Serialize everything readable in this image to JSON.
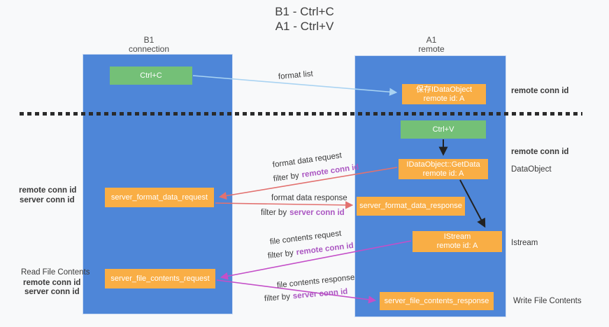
{
  "title": {
    "line1": "B1 - Ctrl+C",
    "line2": "A1 - Ctrl+V"
  },
  "columns": {
    "left": {
      "name": "B1",
      "role": "connection"
    },
    "right": {
      "name": "A1",
      "role": "remote"
    }
  },
  "boxes": {
    "ctrl_c": {
      "label": "Ctrl+C"
    },
    "save_idataobject": {
      "line1": "保存IDataObject",
      "line2": "remote id: A"
    },
    "ctrl_v": {
      "label": "Ctrl+V"
    },
    "getdata": {
      "line1": "IDataObject::GetData",
      "line2": "remote id: A"
    },
    "server_format_data_request": {
      "label": "server_format_data_request"
    },
    "server_format_data_response": {
      "label": "server_format_data_response"
    },
    "istream": {
      "line1": "IStream",
      "line2": "remote id: A"
    },
    "server_file_contents_request": {
      "label": "server_file_contents_request"
    },
    "server_file_contents_response": {
      "label": "server_file_contents_response"
    }
  },
  "flow_labels": {
    "format_list": "format list",
    "format_data_request": "format data request",
    "format_data_response": "format data response",
    "file_contents_request": "file contents request",
    "file_contents_response": "file contents response",
    "filter_by": "filter by",
    "remote_conn_id": "remote conn id",
    "server_conn_id": "server conn id"
  },
  "side_labels": {
    "remote_conn_id": "remote conn id",
    "server_conn_id": "server conn id",
    "data_object": "DataObject",
    "istream": "Istream",
    "read_file_contents": "Read File Contents",
    "write_file_contents": "Write File Contents"
  },
  "colors": {
    "bg": "#f8f9fa",
    "column-blue": "#4e86d8",
    "box-green": "#74c077",
    "box-orange": "#f9ae45",
    "arrow-blue": "#a9d3f2",
    "arrow-black": "#222222",
    "arrow-red": "#e2716f",
    "arrow-magenta": "#c44fc8",
    "text-purple": "#ab57c2",
    "text-green": "#5fba66",
    "text-dark": "#3a3a3a"
  }
}
